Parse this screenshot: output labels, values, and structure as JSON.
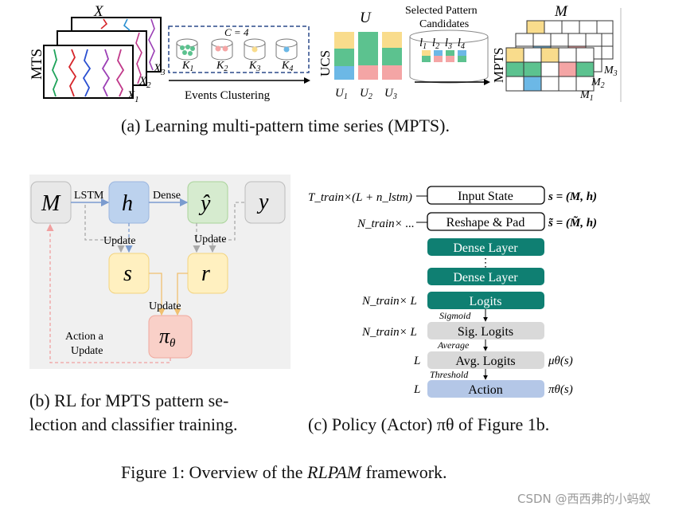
{
  "panel_a": {
    "mts_label": "MTS",
    "x_label": "X",
    "x_subs": [
      "X",
      "X",
      "X"
    ],
    "x_sub_idx": [
      "1",
      "2",
      "3"
    ],
    "c_label": "C = 4",
    "clusters": [
      "K",
      "K",
      "K",
      "K"
    ],
    "cluster_idx": [
      "1",
      "2",
      "3",
      "4"
    ],
    "events_clustering": "Events Clustering",
    "u_label": "U",
    "ucs_label": "UCS",
    "u_subs": [
      "U",
      "U",
      "U"
    ],
    "u_sub_idx": [
      "1",
      "2",
      "3"
    ],
    "selected_line1": "Selected Pattern",
    "selected_line2": "Candidates",
    "l_subs": [
      "l",
      "l",
      "l",
      "l"
    ],
    "l_sub_idx": [
      "1",
      "2",
      "3",
      "4"
    ],
    "mpts_label": "MPTS",
    "m_label": "M",
    "m_subs": [
      "M",
      "M",
      "M"
    ],
    "m_sub_idx": [
      "1",
      "2",
      "3"
    ],
    "caption": "(a) Learning multi-pattern time series (MPTS)."
  },
  "panel_b": {
    "node_m": "M",
    "node_h": "h",
    "node_yhat": "ŷ",
    "node_y": "y",
    "node_s": "s",
    "node_r": "r",
    "node_pi": "π",
    "node_pi_sub": "θ",
    "lstm": "LSTM",
    "dense": "Dense",
    "update_1": "Update",
    "update_2": "Update",
    "update_3": "Update",
    "action_line1": "Action a",
    "action_line2": "Update",
    "caption_line1": "(b) RL for MPTS pattern se-",
    "caption_line2": "lection and classifier training."
  },
  "panel_c": {
    "row1_left": "T_train×(L + n_lstm)",
    "row2_left": "N_train× ...",
    "boxes": [
      "Input State",
      "Reshape & Pad",
      "Dense Layer",
      "Dense Layer",
      "Logits",
      "Sig. Logits",
      "Avg. Logits",
      "Action"
    ],
    "vdots": "⋮",
    "row1_right": "s = (M, h)",
    "row2_right": "s̃ = (M̃, h)",
    "logits_left": "N_train× L",
    "sig_left": "N_train× L",
    "avg_left": "L",
    "action_left": "L",
    "sigmoid": "Sigmoid",
    "average": "Average",
    "threshold": "Threshold",
    "avg_right": "μθ(s)",
    "action_right": "πθ(s)",
    "caption": "(c) Policy (Actor) πθ of Figure  1b."
  },
  "figure_caption_pre": "Figure 1: Overview of the ",
  "figure_caption_em": "RLPAM",
  "figure_caption_post": " framework.",
  "watermark": "CSDN @西西弗的小蚂蚁",
  "colors": {
    "yellow": "#f9dc8c",
    "green": "#5cc28f",
    "blue": "#6cb8e6",
    "pink": "#f4a5a5",
    "teal": "#0f7f72",
    "gray_box": "#d9d9d9",
    "blue_box": "#b4c7e7"
  }
}
